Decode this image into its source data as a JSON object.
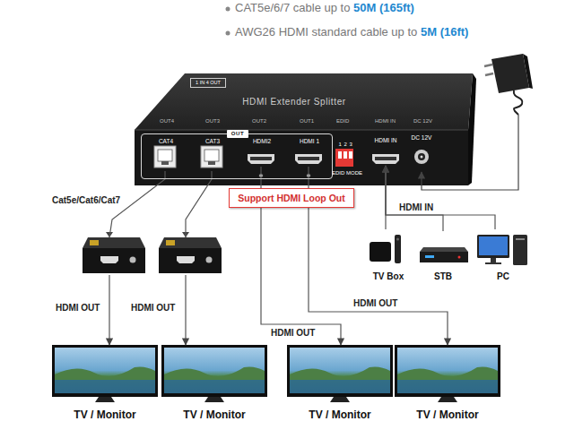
{
  "diagram": {
    "nodes": [
      {
        "text": [
          "HDMI Extender Splitter"
        ]
      },
      {
        "text": [
          "1 IN 4 OUT"
        ],
        "in": 0
      },
      {
        "text": [
          "OUT"
        ],
        "in": 0
      },
      {
        "text": [
          "CAT4"
        ],
        "in": 2
      },
      {
        "text": [
          "CAT3"
        ],
        "in": 2
      },
      {
        "text": [
          "HDMI2"
        ],
        "in": 2
      },
      {
        "text": [
          "HDMI 1"
        ],
        "in": 2
      },
      {
        "text": [
          "HDMI IN"
        ],
        "in": 0
      },
      {
        "text": [
          "DC 12V"
        ],
        "in": 0
      },
      {
        "text": [
          "Support HDMI Loop Out"
        ]
      },
      {
        "text": [
          "TV Box"
        ]
      },
      {
        "text": [
          "STB"
        ]
      },
      {
        "text": [
          "PC"
        ]
      },
      {
        "text": [
          "TV / Monitor"
        ]
      },
      {
        "text": [
          "TV / Monitor"
        ]
      },
      {
        "text": [
          "TV / Monitor"
        ]
      },
      {
        "text": [
          "TV / Monitor"
        ]
      }
    ],
    "edges": [
      {
        "from": 3,
        "to": 13,
        "arrow": "to",
        "label": "HDMI OUT"
      },
      {
        "from": 4,
        "to": 14,
        "arrow": "to",
        "label": "HDMI OUT"
      },
      {
        "from": 5,
        "to": 15,
        "arrow": "to",
        "label": "HDMI OUT"
      },
      {
        "from": 6,
        "to": 16,
        "arrow": "to",
        "label": "HDMI OUT"
      },
      {
        "from": 10,
        "to": 7,
        "arrow": "to"
      },
      {
        "from": 11,
        "to": 7,
        "arrow": "to",
        "label": "HDMI IN"
      },
      {
        "from": 12,
        "to": 7,
        "arrow": "to"
      }
    ],
    "labels": [
      "CAT5e/6/7 cable up to",
      "50M (165ft)",
      "AWG26 HDMI standard cable up to",
      "5M (16ft)",
      "OUT4",
      "OUT3",
      "OUT2",
      "OUT1",
      "EDID",
      "HDMI IN",
      "DC 12V",
      "1",
      "2",
      "3",
      "EDID MODE",
      "Cat5e/Cat6/Cat7"
    ]
  }
}
